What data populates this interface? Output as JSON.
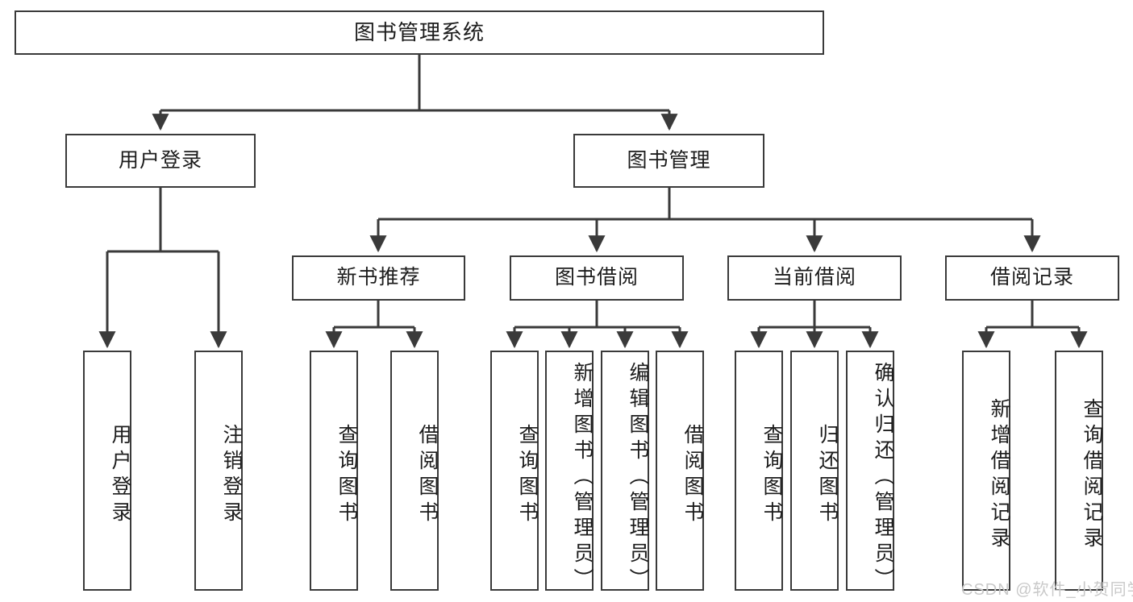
{
  "diagram": {
    "type": "tree",
    "title": "图书管理系统",
    "root": {
      "label": "图书管理系统"
    },
    "level1": [
      {
        "label": "用户登录"
      },
      {
        "label": "图书管理"
      }
    ],
    "level2": [
      {
        "label": "新书推荐"
      },
      {
        "label": "图书借阅"
      },
      {
        "label": "当前借阅"
      },
      {
        "label": "借阅记录"
      }
    ],
    "leaves": {
      "user_login": [
        {
          "label": "用户登录"
        },
        {
          "label": "注销登录"
        }
      ],
      "new_book_recommend": [
        {
          "label": "查询图书"
        },
        {
          "label": "借阅图书"
        }
      ],
      "book_borrow": [
        {
          "label": "查询图书"
        },
        {
          "label": "新增图书（管理员）"
        },
        {
          "label": "编辑图书（管理员）"
        },
        {
          "label": "借阅图书"
        }
      ],
      "current_borrow": [
        {
          "label": "查询图书"
        },
        {
          "label": "归还图书"
        },
        {
          "label": "确认归还（管理员）"
        }
      ],
      "borrow_record": [
        {
          "label": "新增借阅记录"
        },
        {
          "label": "查询借阅记录"
        }
      ]
    }
  },
  "watermark": {
    "text": "CSDN @软件_小贺同学"
  },
  "colors": {
    "border": "#3a3a3a",
    "text": "#1c1c1c",
    "background": "#ffffff",
    "watermark": "#c9c9c9"
  }
}
